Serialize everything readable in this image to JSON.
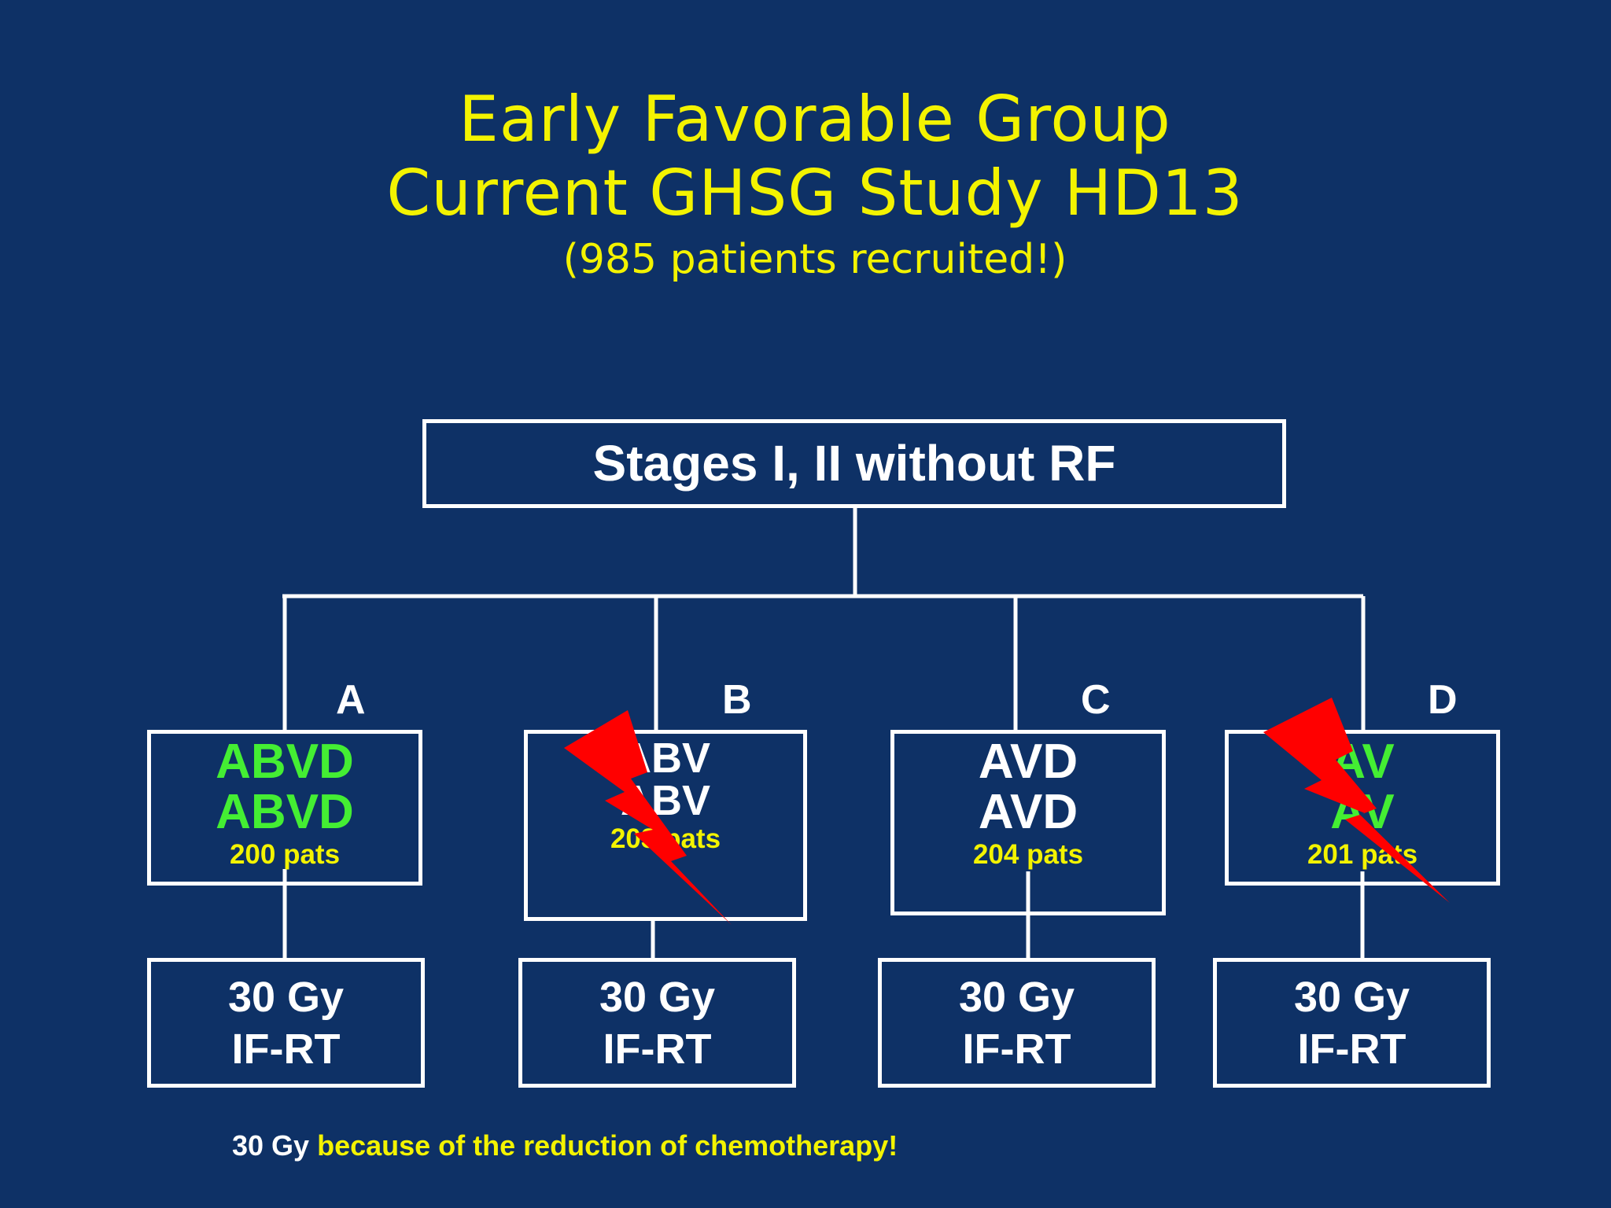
{
  "header": {
    "title_line1": "Early Favorable Group",
    "title_line2": "Current GHSG Study HD13",
    "subtitle": "(985 patients recruited!)"
  },
  "root": {
    "label": "Stages I, II without RF"
  },
  "arms": [
    {
      "letter": "A",
      "chemo_line1": "ABVD",
      "chemo_line2": "ABVD",
      "patients": "200 pats",
      "rt_line1": "30 Gy",
      "rt_line2": "IF-RT",
      "closed": false
    },
    {
      "letter": "B",
      "chemo_line1": "ABV",
      "chemo_line2": "ABV",
      "patients": "203 pats",
      "rt_line1": "30 Gy",
      "rt_line2": "IF-RT",
      "closed": true
    },
    {
      "letter": "C",
      "chemo_line1": "AVD",
      "chemo_line2": "AVD",
      "patients": "204 pats",
      "rt_line1": "30 Gy",
      "rt_line2": "IF-RT",
      "closed": false
    },
    {
      "letter": "D",
      "chemo_line1": "AV",
      "chemo_line2": "AV",
      "patients": "201 pats",
      "rt_line1": "30 Gy",
      "rt_line2": "IF-RT",
      "closed": true
    }
  ],
  "footnote": {
    "part1": "30 Gy",
    "part2": " because of the reduction of chemotherapy!"
  },
  "colors": {
    "background": "#0e3166",
    "title": "#f3f300",
    "highlight_green": "#44ee33",
    "box_border": "#ffffff",
    "closed_marker": "#ff0000"
  },
  "icons": {
    "closed_marker": "red-lightning-bolt-icon"
  }
}
